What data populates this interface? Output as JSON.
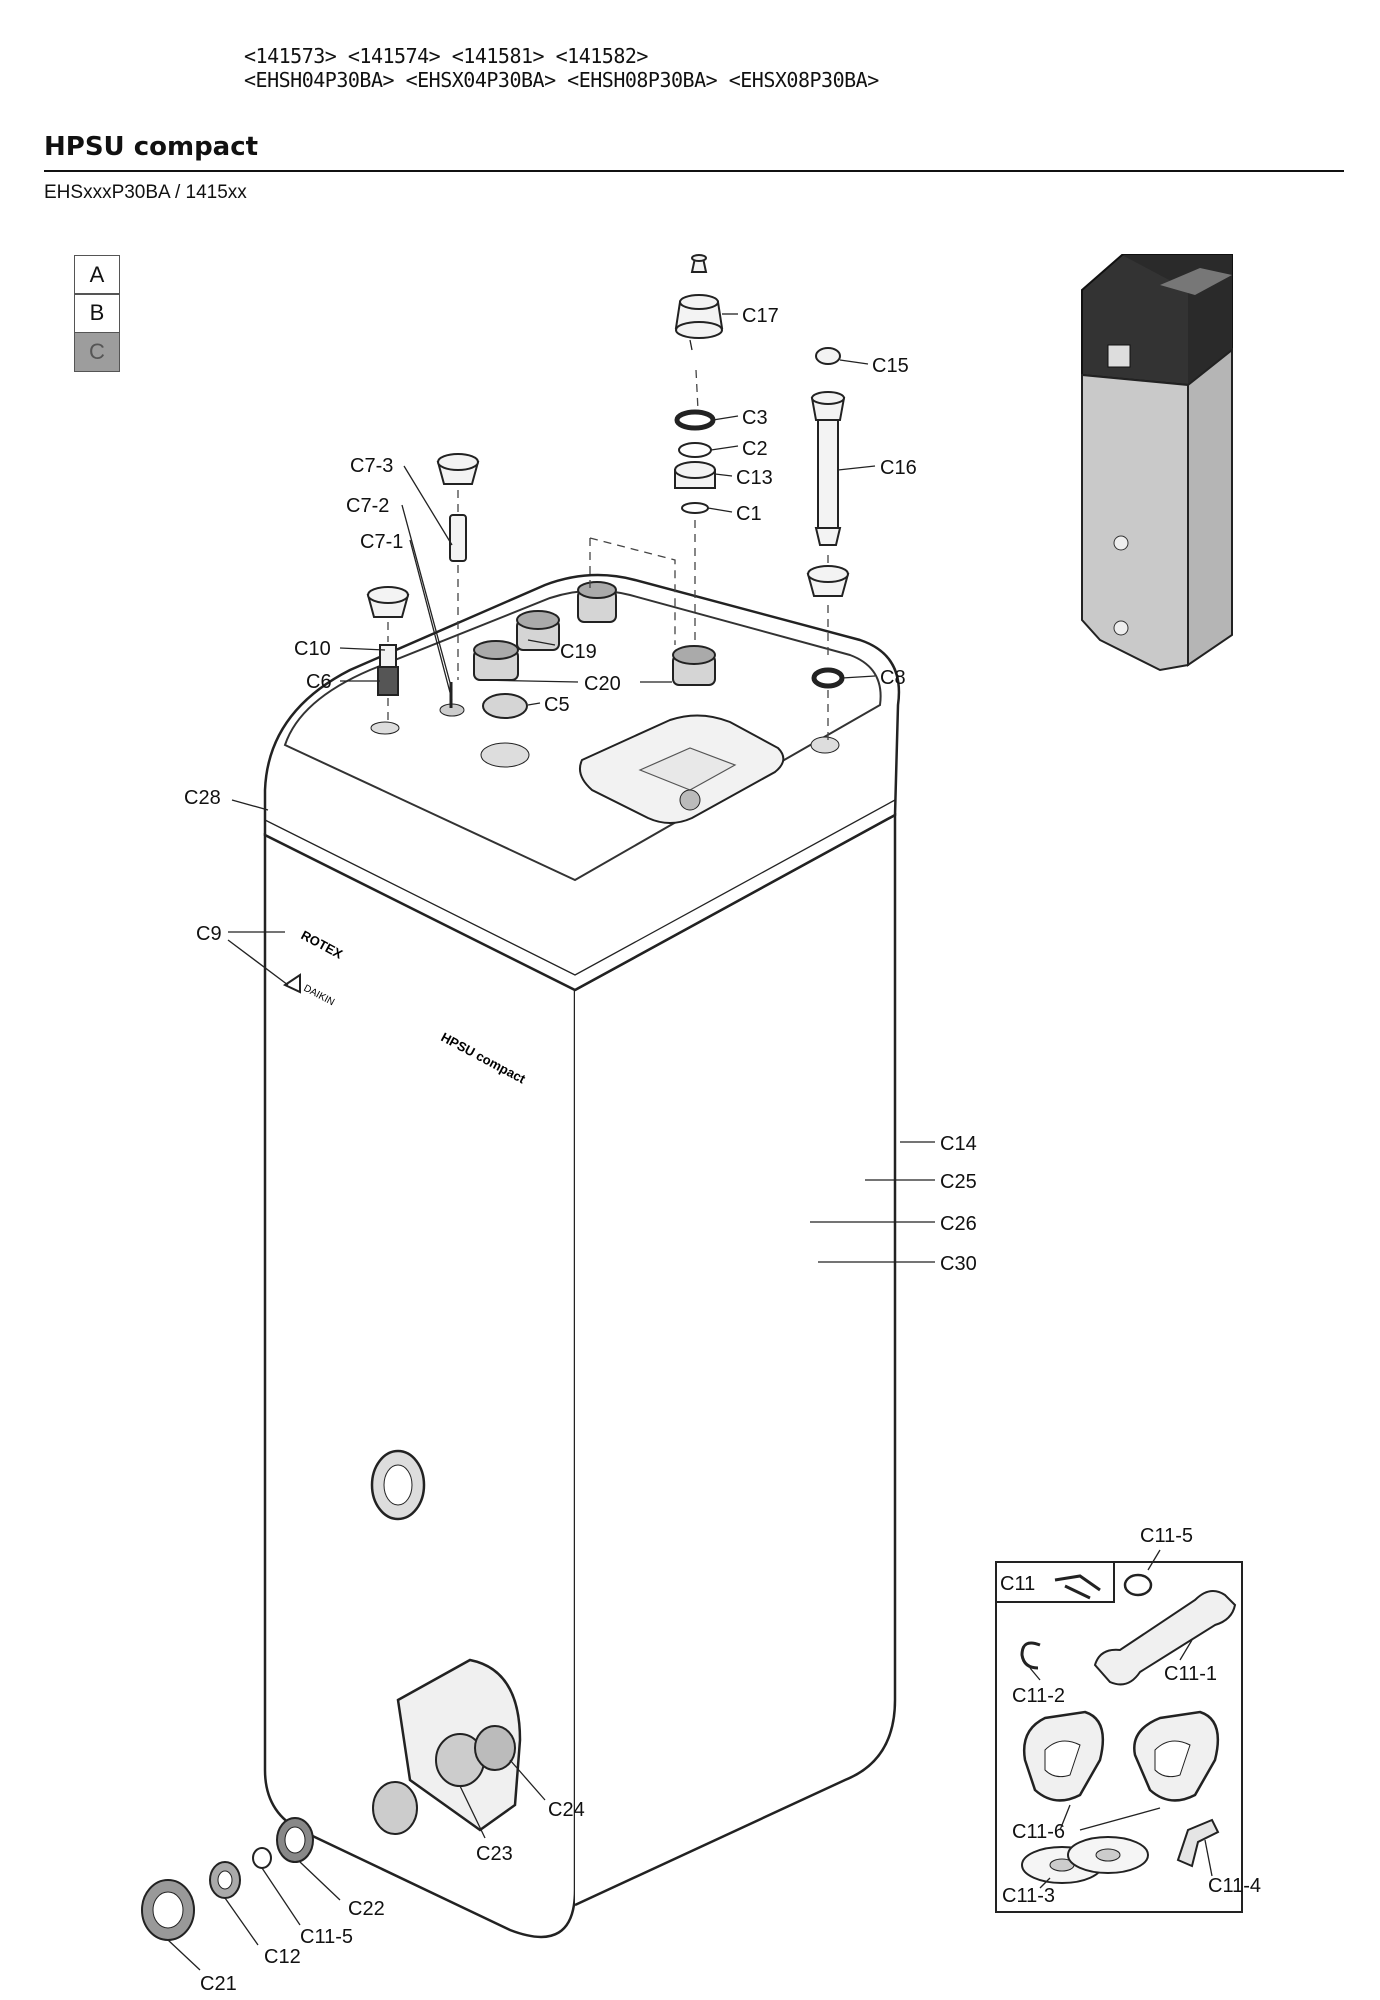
{
  "header": {
    "article_codes": "<141573> <141574> <141581> <141582>",
    "model_codes": "<EHSH04P30BA> <EHSX04P30BA> <EHSH08P30BA> <EHSX08P30BA>",
    "title": "HPSU compact",
    "subtitle": "EHSxxxP30BA / 1415xx"
  },
  "legend": [
    "A",
    "B",
    "C"
  ],
  "tank_print": {
    "brand": "ROTEX",
    "logo": "DAIKIN",
    "model": "HPSU compact"
  },
  "labels": {
    "c17": "C17",
    "c15": "C15",
    "c3": "C3",
    "c2": "C2",
    "c13": "C13",
    "c16": "C16",
    "c1": "C1",
    "c7_3": "C7-3",
    "c7_2": "C7-2",
    "c7_1": "C7-1",
    "c10": "C10",
    "c6": "C6",
    "c19": "C19",
    "c20": "C20",
    "c5": "C5",
    "c8": "C8",
    "c28": "C28",
    "c9": "C9",
    "c14": "C14",
    "c25": "C25",
    "c26": "C26",
    "c30": "C30",
    "c24": "C24",
    "c23": "C23",
    "c22": "C22",
    "c11_5_low": "C11-5",
    "c12": "C12",
    "c21": "C21"
  },
  "kit": {
    "c11": "C11",
    "c11_5": "C11-5",
    "c11_2": "C11-2",
    "c11_1": "C11-1",
    "c11_6": "C11-6",
    "c11_3": "C11-3",
    "c11_4": "C11-4"
  }
}
